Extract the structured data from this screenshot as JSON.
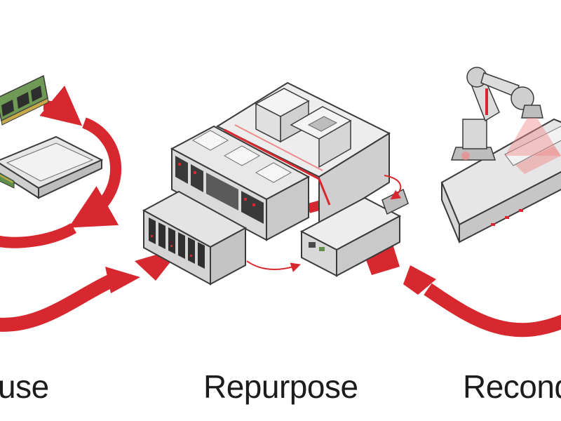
{
  "stages": [
    {
      "label": "use",
      "icon": "memory-and-ssd-cycle-icon"
    },
    {
      "label": "Repurpose",
      "icon": "server-chassis-icon"
    },
    {
      "label": "Recond",
      "icon": "robot-arm-server-icon"
    }
  ],
  "colors": {
    "accent": "#d7282f",
    "accent_light": "#ef8a8a",
    "metal": "#d9d9d9",
    "metal_dark": "#8a8a8a",
    "outline": "#3a3a3a",
    "pcb": "#5f8f4a",
    "text": "#1c1c1c"
  }
}
